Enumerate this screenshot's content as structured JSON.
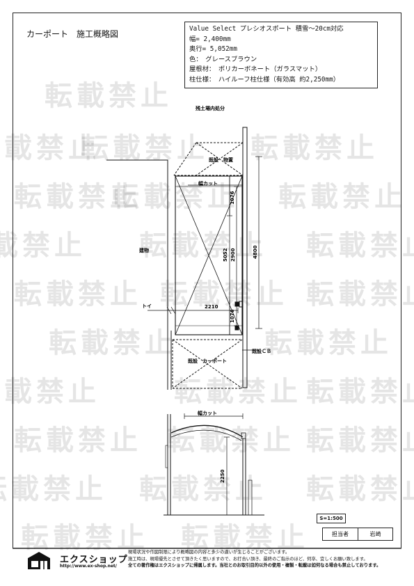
{
  "document": {
    "title": "カーポート　施工概略図"
  },
  "spec": {
    "lines": [
      "Value Select プレシオスポート 積雪～20cm対応",
      "幅= 2,400mm",
      "奥行= 5,052mm",
      "色：　グレースブラウン",
      "屋根材：　ポリカーボネート（ガラスマット）",
      "柱仕様：　ハイルーフ柱仕様（有効高 約2,250mm）"
    ]
  },
  "plan": {
    "labels": {
      "soil": "残土場内処分",
      "existing_top": "既設　物置",
      "width_cut": "幅カット",
      "building": "建物",
      "toi": "トイ",
      "existing_cb": "既設ＣＢ",
      "existing_bottom": "既設　カーポート"
    },
    "dims": {
      "d1076a": "1076",
      "d5052": "5052",
      "d2900": "2900",
      "d1076b": "1076",
      "d4800": "4800",
      "d2210": "2210"
    }
  },
  "elevation": {
    "labels": {
      "width_cut": "幅カット"
    },
    "dims": {
      "height": "2250"
    }
  },
  "scale": "S=1:500",
  "tanto": {
    "label": "担当者",
    "value": "岩崎"
  },
  "watermark": "転載禁止",
  "footer": {
    "brand": "エクスショップ",
    "url": "http://www.ex-shop.net/",
    "notes": [
      "現場状況や作図制限により概略図の内容と多少の違いが生じることがございます。",
      "施工時は、現場優先とさせて頂きたく思いますので、お打合い頂き、最終のご指示のほど、何卒、宜しくお願い致します。",
      "全ての著作権はエクスショップに帰属します。当社とのお取引目的以外の使用・複製・転載は如何なる場合も禁止しております。"
    ]
  }
}
